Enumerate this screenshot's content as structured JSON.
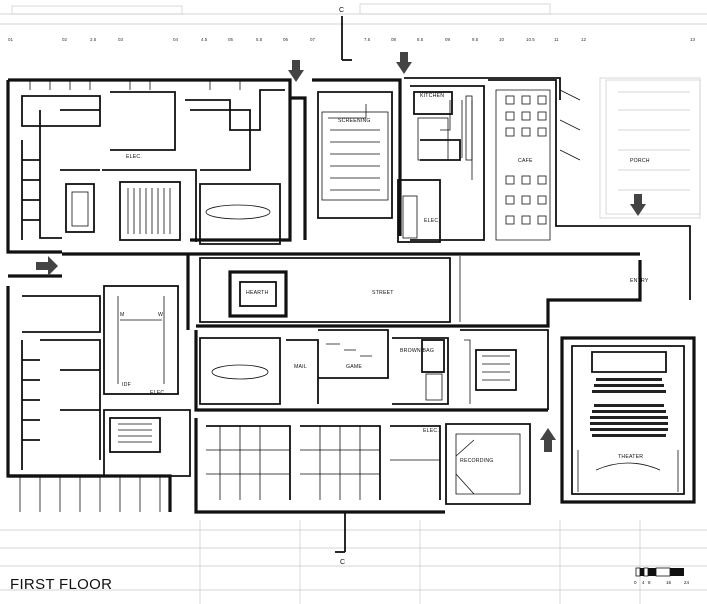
{
  "title": "FIRST FLOOR",
  "section_marks": {
    "top": "C",
    "bottom": "C"
  },
  "grid_labels": [
    "01",
    "02",
    "2.5",
    "03",
    "04",
    "4.5",
    "05",
    "5.5",
    "06",
    "07",
    "7.5",
    "08",
    "8.5",
    "09",
    "9.5",
    "10",
    "10.5",
    "11",
    "12",
    "13"
  ],
  "rooms": {
    "elec1": "ELEC.",
    "screening": "SCREENING",
    "kitchen": "KITCHEN",
    "cafe": "CAFE",
    "porch": "PORCH",
    "elec2": "ELEC.",
    "hearth": "HEARTH",
    "street": "STREET",
    "entry": "ENTRY",
    "m": "M",
    "w": "W",
    "idf": "IDF",
    "elec3": "ELEC.",
    "mail": "MAIL",
    "game": "GAME",
    "brown_bag": "BROWN BAG",
    "elec4": "ELEC.",
    "recording": "RECORDING",
    "theater": "THEATER"
  },
  "scale_bar": {
    "labels": [
      "0",
      "4",
      "8",
      "16",
      "24"
    ]
  },
  "colors": {
    "ink": "#111111",
    "ghost": "#c9c9c9",
    "arrow": "#444444"
  }
}
